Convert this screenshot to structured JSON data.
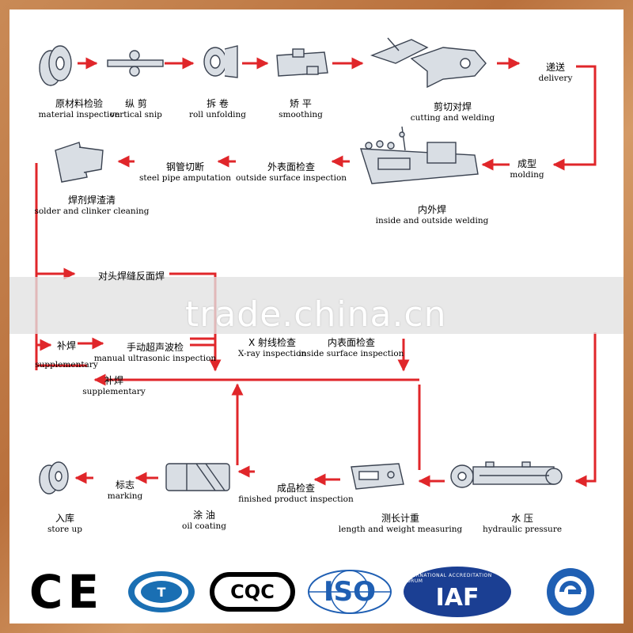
{
  "steps": {
    "material_inspection": {
      "zh": "原材料检验",
      "en": "material inspection"
    },
    "vertical_snip": {
      "zh": "纵 剪",
      "en": "vertical snip"
    },
    "roll_unfolding": {
      "zh": "拆 卷",
      "en": "roll unfolding"
    },
    "smoothing": {
      "zh": "矫 平",
      "en": "smoothing"
    },
    "cutting_welding": {
      "zh": "剪切对焊",
      "en": "cutting and welding"
    },
    "delivery": {
      "zh": "递送",
      "en": "delivery"
    },
    "molding": {
      "zh": "成型",
      "en": "molding"
    },
    "inside_outside_welding": {
      "zh": "内外焊",
      "en": "inside and outside welding"
    },
    "outside_surface": {
      "zh": "外表面检查",
      "en": "outside surface inspection"
    },
    "steel_pipe_amputation": {
      "zh": "钢管切断",
      "en": "steel pipe amputation"
    },
    "solder_clinker": {
      "zh": "焊剂焊渣清",
      "en": "solder and clinker cleaning"
    },
    "butt_weld_back": {
      "zh": "对头焊缝反面焊"
    },
    "supplementary_1": {
      "zh": "补焊",
      "en": "supplementary"
    },
    "manual_ultrasonic": {
      "zh": "手动超声波检",
      "en": "manual ultrasonic inspection"
    },
    "xray": {
      "zh": "X 射线检查",
      "en": "X-ray inspection"
    },
    "inside_surface": {
      "zh": "内表面检查",
      "en": "inside surface inspection"
    },
    "supplementary_2": {
      "zh": "补焊",
      "en": "supplementary"
    },
    "store_up": {
      "zh": "入库",
      "en": "store up"
    },
    "marking": {
      "zh": "标志",
      "en": "marking"
    },
    "oil_coating": {
      "zh": "涂 油",
      "en": "oil coating"
    },
    "finished_product": {
      "zh": "成品检查",
      "en": "finished product inspection"
    },
    "length_weight": {
      "zh": "测长计重",
      "en": "length and weight measuring"
    },
    "hydraulic": {
      "zh": "水 压",
      "en": "hydraulic pressure"
    }
  },
  "watermark": "trade.china.cn",
  "certifications": {
    "ce": "CE",
    "cqc": "CQC",
    "iso": "ISO",
    "iaf": "IAF",
    "iaf_ring": "INTERNATIONAL ACCREDITATION FORUM"
  },
  "colors": {
    "arrow": "#e0262a",
    "icon_fill": "#d9dee4",
    "icon_stroke": "#3a4250",
    "frame": "#c07a44"
  }
}
